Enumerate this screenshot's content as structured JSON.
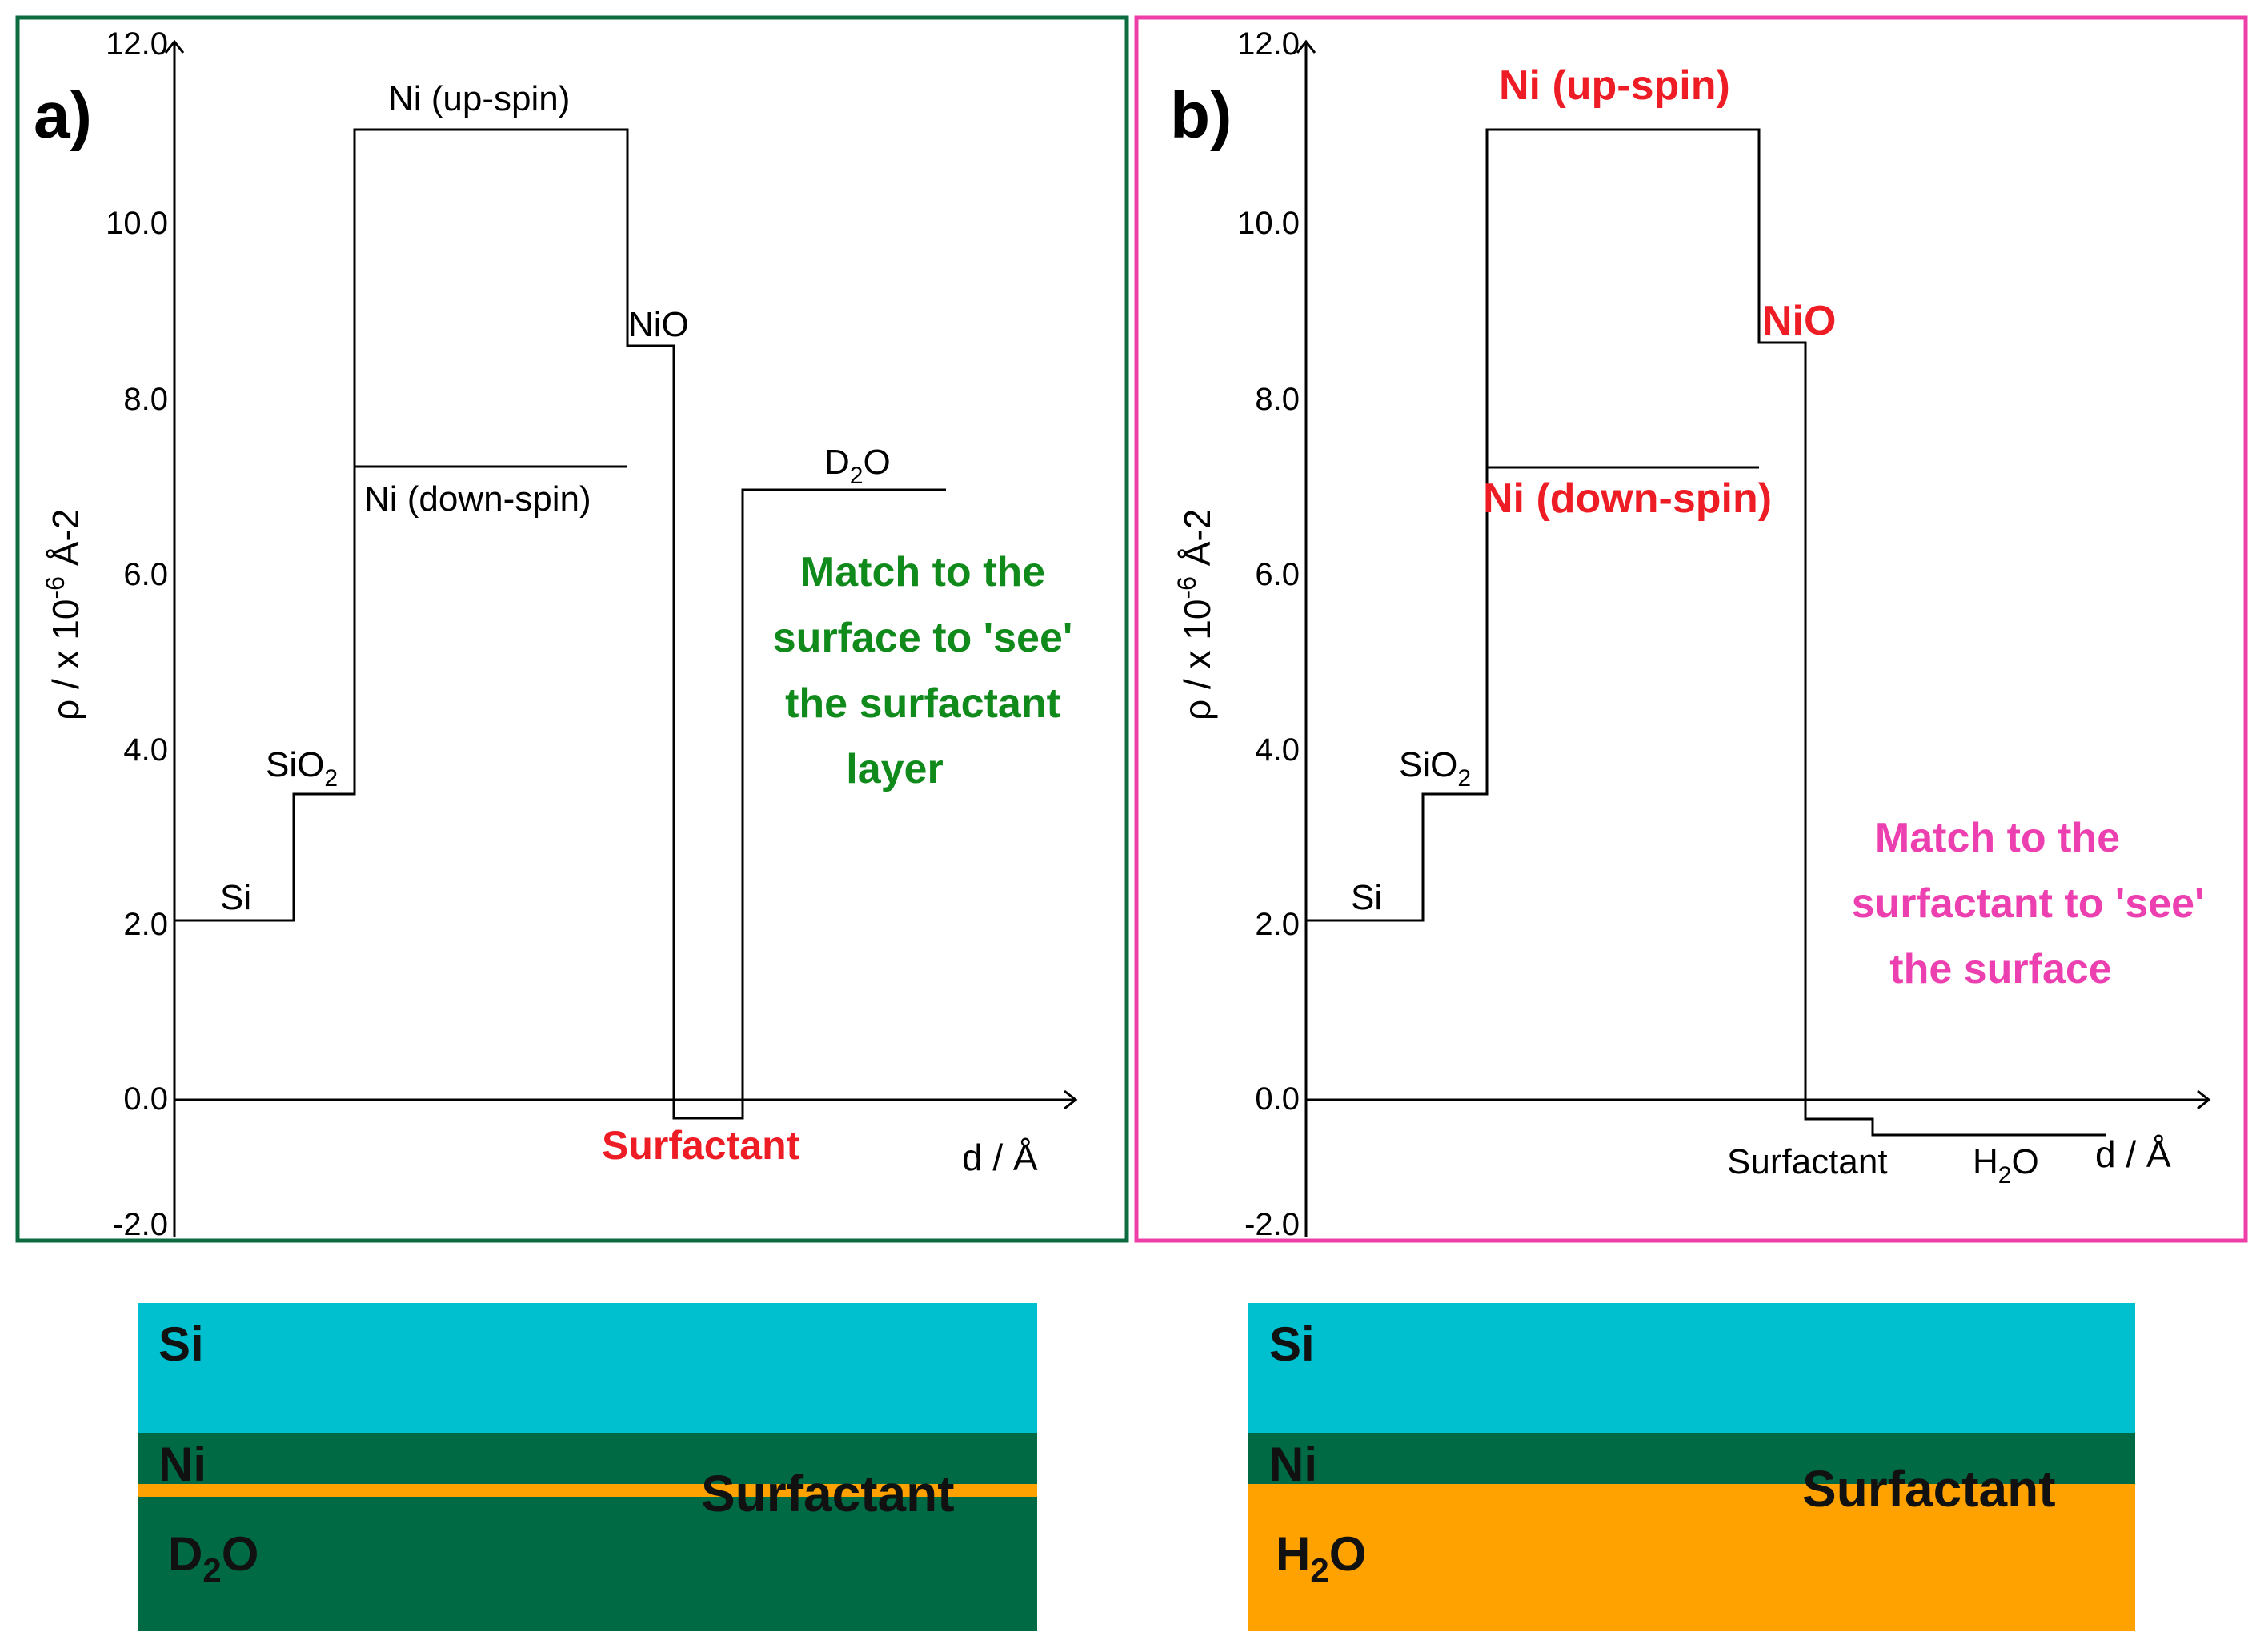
{
  "colors": {
    "green_frame": "#0c6b3f",
    "pink_frame": "#ee3fa8",
    "red_label": "#ee1c24",
    "green_text": "#118a1c",
    "pink_text": "#ec3fb0",
    "si_cyan": "#00bfcf",
    "ni_green": "#006a45",
    "surf_orange": "#ffa200",
    "line": "#000000"
  },
  "panels": [
    {
      "id": "a",
      "label": "a)",
      "y_axis_label": "ρ / x 10",
      "y_axis_label_exp": "-6",
      "y_axis_label_unit": " Å",
      "y_axis_label_unit_exp": "-2",
      "x_axis_label": "d / Å",
      "ticks": [
        "12.0",
        "10.0",
        "8.0",
        "6.0",
        "4.0",
        "2.0",
        "0.0",
        "-2.0"
      ],
      "labels": {
        "si": "Si",
        "sio2": "SiO",
        "sio2_sub": "2",
        "ni_up": "Ni (up-spin)",
        "ni_down": "Ni (down-spin)",
        "nio": "NiO",
        "surfactant": "Surfactant",
        "solvent": "D",
        "solvent_sub": "2",
        "solvent_tail": "O"
      },
      "note": [
        "Match to the",
        "surface to 'see'",
        "the surfactant",
        "layer"
      ]
    },
    {
      "id": "b",
      "label": "b)",
      "y_axis_label": "ρ / x 10",
      "y_axis_label_exp": "-6",
      "y_axis_label_unit": " Å",
      "y_axis_label_unit_exp": "-2",
      "x_axis_label": "d / Å",
      "ticks": [
        "12.0",
        "10.0",
        "8.0",
        "6.0",
        "4.0",
        "2.0",
        "0.0",
        "-2.0"
      ],
      "labels": {
        "si": "Si",
        "sio2": "SiO",
        "sio2_sub": "2",
        "ni_up": "Ni (up-spin)",
        "ni_down": "Ni (down-spin)",
        "nio": "NiO",
        "surfactant": "Surfactant",
        "solvent": "H",
        "solvent_sub": "2",
        "solvent_tail": "O"
      },
      "note": [
        "Match to the",
        "surfactant to 'see'",
        "the surface"
      ]
    }
  ],
  "chart_data": [
    {
      "type": "line",
      "panel": "a",
      "ylim": [
        -2.0,
        12.0
      ],
      "yticks": [
        12.0,
        10.0,
        8.0,
        6.0,
        4.0,
        2.0,
        0.0,
        -2.0
      ],
      "xlabel": "d / Å",
      "ylabel": "ρ / x 10^-6 Å^-2",
      "profile": [
        {
          "layer": "Si",
          "sld": 2.07
        },
        {
          "layer": "SiO2",
          "sld": 3.47
        },
        {
          "layer": "Ni (up-spin)",
          "sld": 11.1
        },
        {
          "layer": "Ni (down-spin)",
          "sld": 7.25
        },
        {
          "layer": "NiO",
          "sld": 8.6
        },
        {
          "layer": "Surfactant",
          "sld": -0.2
        },
        {
          "layer": "D2O",
          "sld": 6.95
        }
      ]
    },
    {
      "type": "line",
      "panel": "b",
      "ylim": [
        -2.0,
        12.0
      ],
      "yticks": [
        12.0,
        10.0,
        8.0,
        6.0,
        4.0,
        2.0,
        0.0,
        -2.0
      ],
      "xlabel": "d / Å",
      "ylabel": "ρ / x 10^-6 Å^-2",
      "profile": [
        {
          "layer": "Si",
          "sld": 2.07
        },
        {
          "layer": "SiO2",
          "sld": 3.47
        },
        {
          "layer": "Ni (up-spin)",
          "sld": 11.1
        },
        {
          "layer": "Ni (down-spin)",
          "sld": 7.25
        },
        {
          "layer": "NiO",
          "sld": 8.65
        },
        {
          "layer": "Surfactant",
          "sld": -0.22
        },
        {
          "layer": "H2O",
          "sld": -0.4
        }
      ]
    }
  ],
  "schematics": [
    {
      "id": "a",
      "si": "Si",
      "ni": "Ni",
      "surfactant": "Surfactant",
      "solvent": "D",
      "solvent_sub": "2",
      "solvent_tail": "O"
    },
    {
      "id": "b",
      "si": "Si",
      "ni": "Ni",
      "surfactant": "Surfactant",
      "solvent": "H",
      "solvent_sub": "2",
      "solvent_tail": "O"
    }
  ]
}
